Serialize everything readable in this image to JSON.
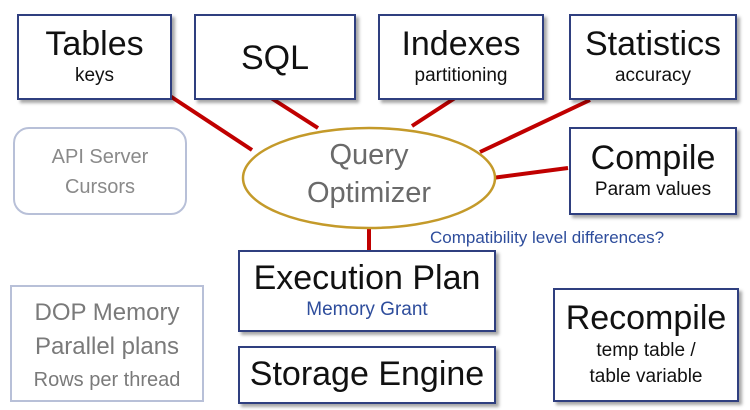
{
  "nodes": {
    "tables": {
      "title": "Tables",
      "sub": "keys"
    },
    "sql": {
      "title": "SQL"
    },
    "indexes": {
      "title": "Indexes",
      "sub": "partitioning"
    },
    "statistics": {
      "title": "Statistics",
      "sub": "accuracy"
    },
    "api": {
      "line1": "API Server",
      "line2": "Cursors"
    },
    "optimizer": {
      "line1": "Query",
      "line2": "Optimizer"
    },
    "compile": {
      "title": "Compile",
      "sub": "Param values"
    },
    "compat_note": "Compatibility level differences?",
    "execution_plan": {
      "title": "Execution Plan",
      "sub": "Memory Grant"
    },
    "dop": {
      "line1": "DOP Memory",
      "line2": "Parallel plans",
      "line3": "Rows per thread"
    },
    "recompile": {
      "title": "Recompile",
      "sub1": "temp table /",
      "sub2": "table variable"
    },
    "storage": {
      "title": "Storage Engine"
    }
  },
  "colors": {
    "box_border": "#2f3f7f",
    "connector": "#c00000",
    "ellipse_border": "#c49a2a",
    "accent_text": "#2e4d9c"
  }
}
